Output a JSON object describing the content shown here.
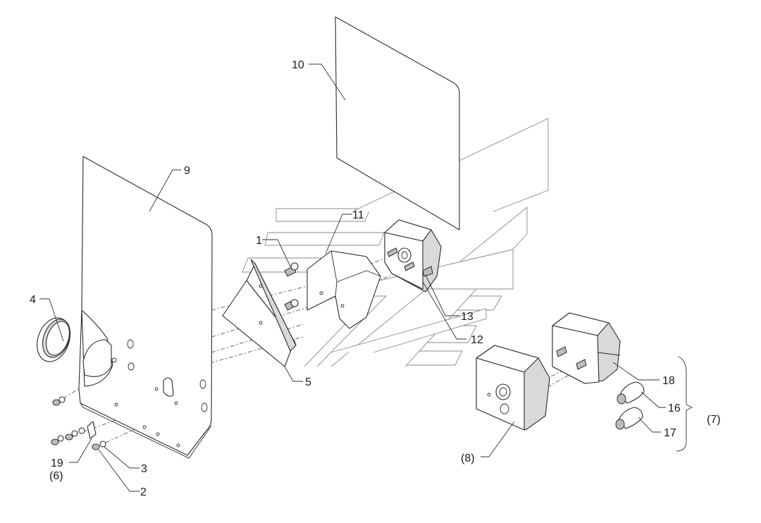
{
  "callouts": {
    "c1": "1",
    "c2": "2",
    "c3": "3",
    "c4": "4",
    "c5": "5",
    "c6": "(6)",
    "c7": "(7)",
    "c8": "(8)",
    "c9": "9",
    "c10": "10",
    "c11": "11",
    "c12": "12",
    "c13": "13",
    "c16": "16",
    "c17": "17",
    "c18": "18",
    "c19": "19"
  }
}
